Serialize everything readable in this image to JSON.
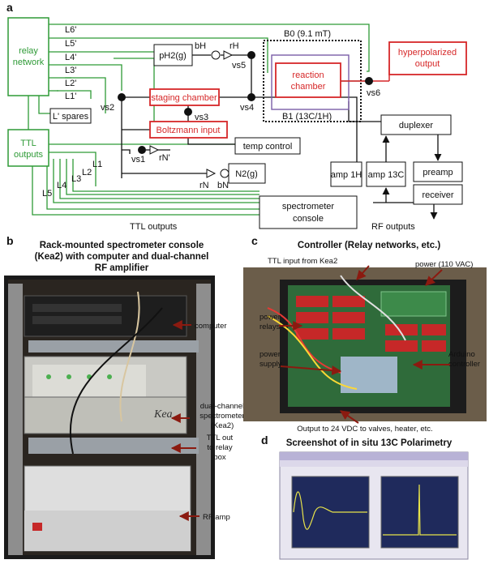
{
  "panel_a": {
    "letter": "a",
    "relay_network": [
      "relay",
      "network"
    ],
    "ttl_outputs_box": [
      "TTL",
      "outputs"
    ],
    "relay_lines": [
      "L6'",
      "L5'",
      "L4'",
      "L3'",
      "L2'",
      "L1'"
    ],
    "ttl_lines": [
      "L1",
      "L2",
      "L3",
      "L4",
      "L5"
    ],
    "spares": "L' spares",
    "ph2": "pH2(g)",
    "b_h": "bH",
    "r_h": "rH",
    "v_s5": "vs5",
    "b0": "B0 (9.1 mT)",
    "b1": "B1 (13C/1H)",
    "hyperpolarized": [
      "hyperpolarized",
      "output"
    ],
    "reaction": [
      "reaction",
      "chamber"
    ],
    "v_s6": "vs6",
    "staging": "staging chamber",
    "v_s2": "vs2",
    "v_s3": "vs3",
    "v_s4": "vs4",
    "boltzmann": "Boltzmann input",
    "temp": "temp control",
    "v_s1": "vs1",
    "r_n_prime": "rN'",
    "r_n": "rN",
    "b_n": "bN",
    "n2": "N2(g)",
    "duplexer": "duplexer",
    "amp1h": "amp 1H",
    "amp13c": "amp 13C",
    "preamp": "preamp",
    "receiver": "receiver",
    "console": [
      "spectrometer",
      "console"
    ],
    "ttl_outputs_label": "TTL outputs",
    "rf_outputs_label": "RF outputs"
  },
  "panel_b": {
    "letter": "b",
    "title": [
      "Rack-mounted spectrometer console",
      "(Kea2) with computer and dual-channel",
      "RF amplifier"
    ],
    "computer": "computer",
    "dual": [
      "dual-channel",
      "spectrometer",
      "(Kea2)"
    ],
    "ttl_out": [
      "TTL out",
      "to relay",
      "box"
    ],
    "rf_amp": "RF amp",
    "brand": "Kea"
  },
  "panel_c": {
    "letter": "c",
    "title": "Controller (Relay networks, etc.)",
    "ttl_input": "TTL input from Kea2",
    "power": "power (110 VAC)",
    "power_relays": [
      "power",
      "relays"
    ],
    "power_supply": [
      "power",
      "supply"
    ],
    "arduino": [
      "Arduino",
      "controller"
    ],
    "output": "Output to 24 VDC to valves, heater, etc."
  },
  "panel_d": {
    "letter": "d",
    "title": "Screenshot of in situ 13C Polarimetry"
  },
  "colors": {
    "green": "#2e9a36",
    "red": "#d62728",
    "purple": "#7b5ea7"
  }
}
